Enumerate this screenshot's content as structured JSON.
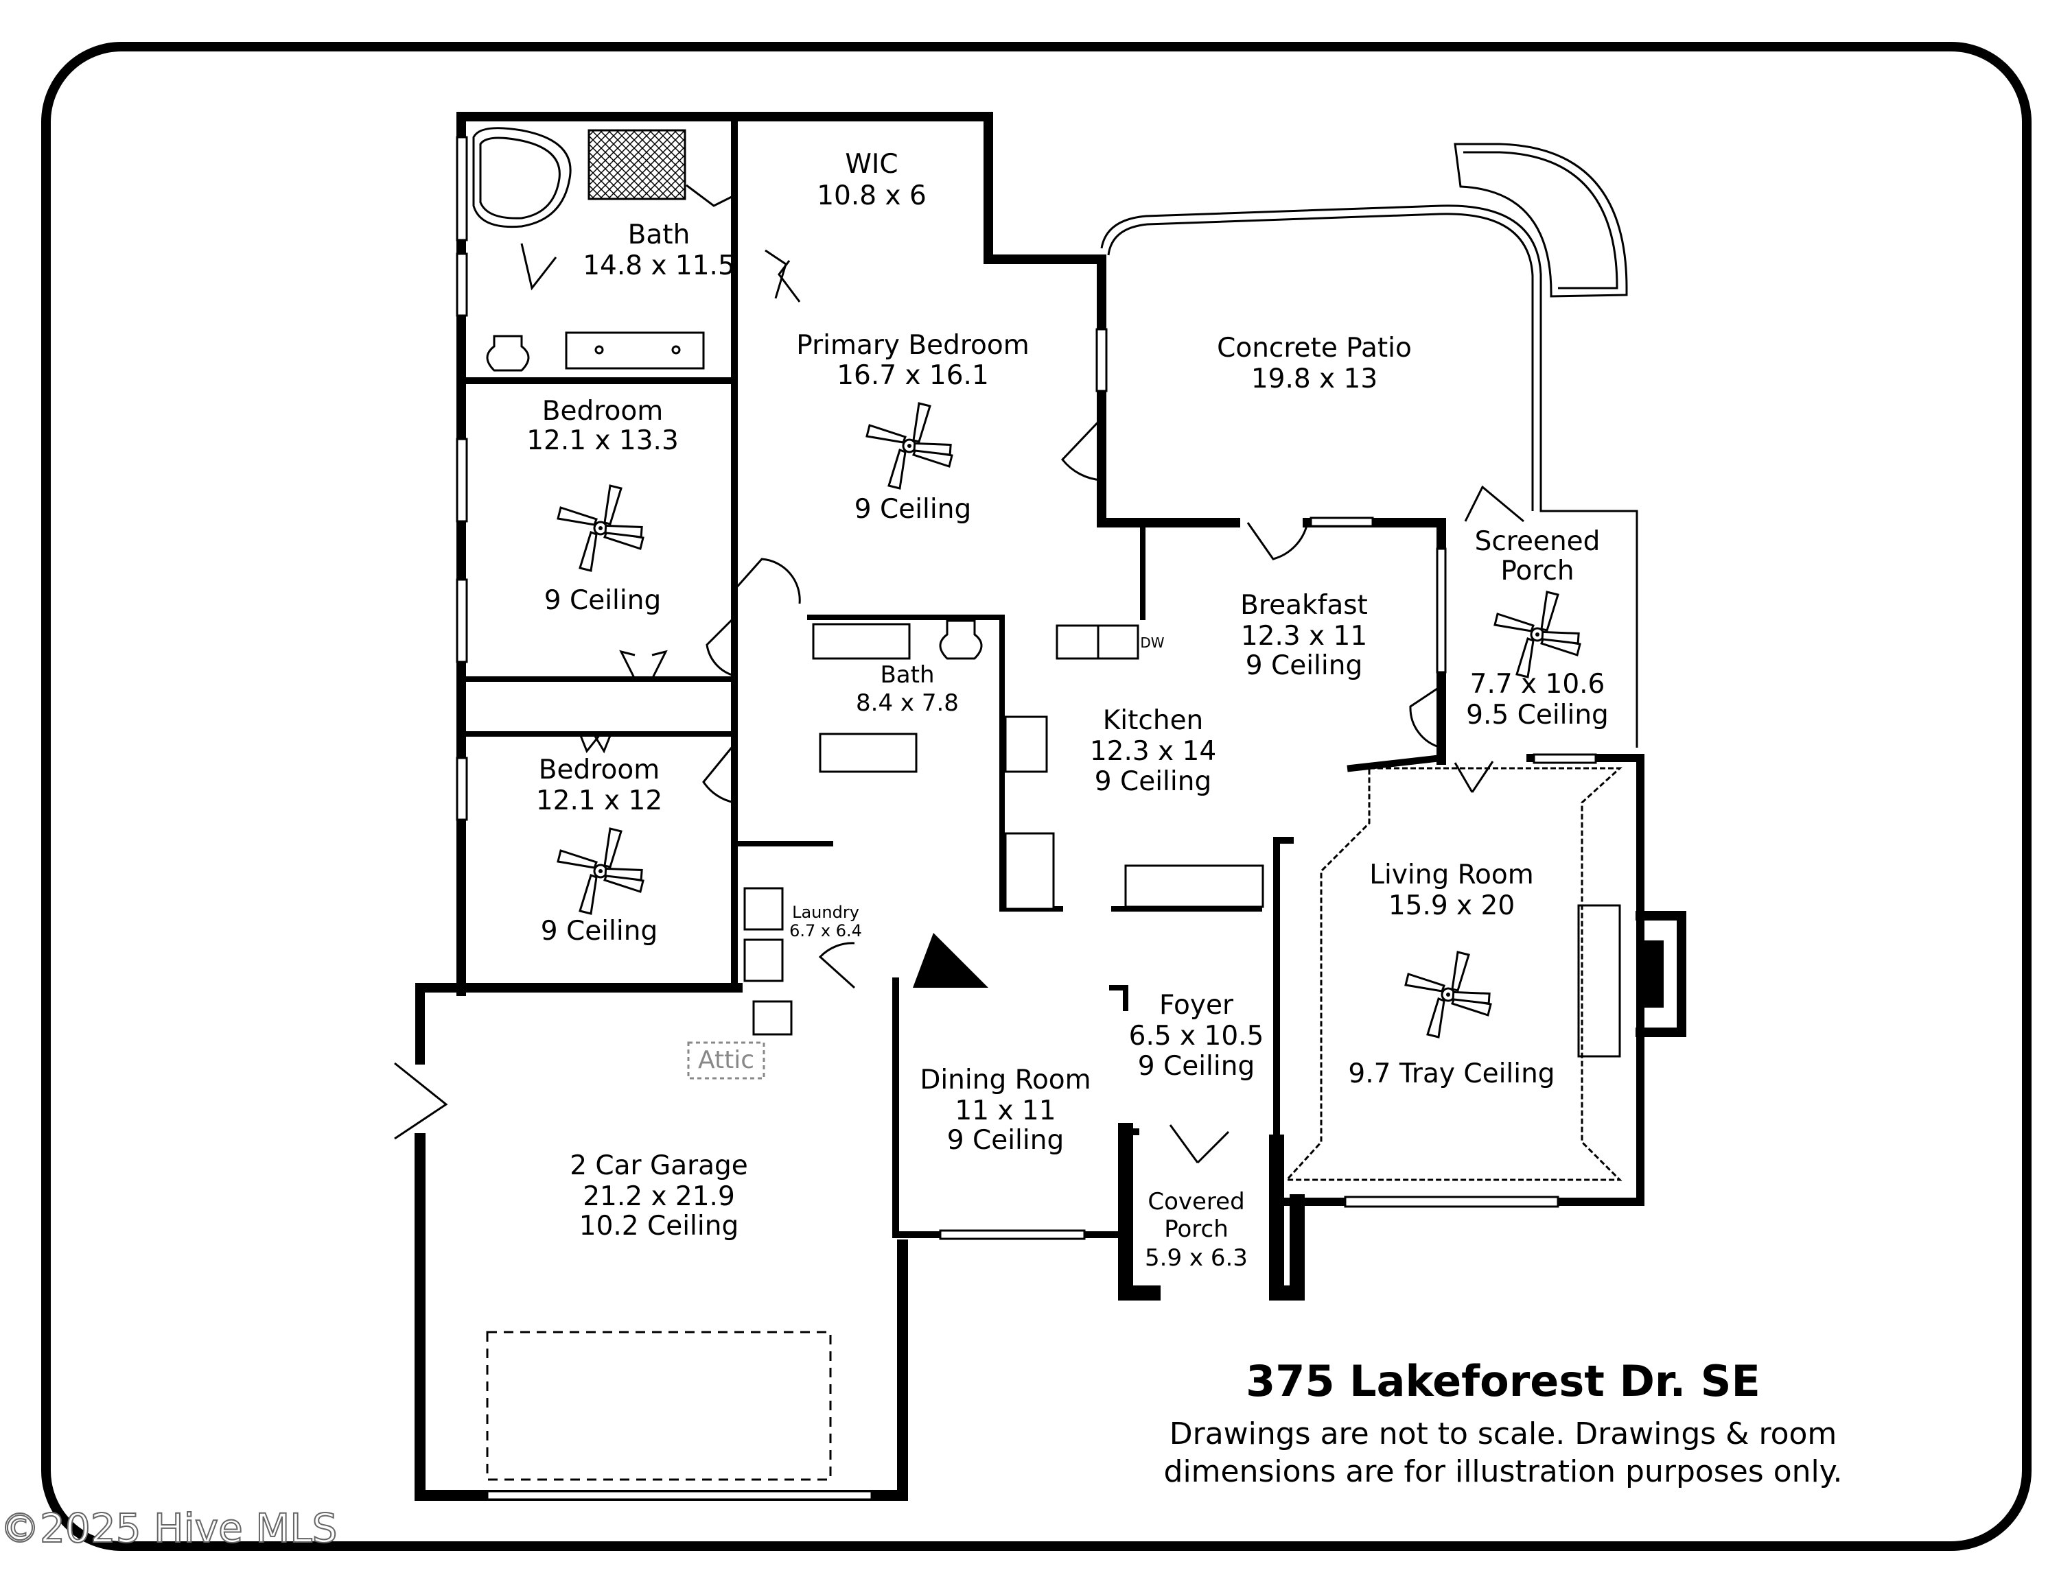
{
  "rooms": [
    {
      "id": "wic",
      "name": "WIC",
      "dims": "10.8 x 6",
      "ceiling": ""
    },
    {
      "id": "primary-bath",
      "name": "Bath",
      "dims": "14.8 x 11.5",
      "ceiling": ""
    },
    {
      "id": "primary-bedroom",
      "name": "Primary Bedroom",
      "dims": "16.7 x 16.1",
      "ceiling": "9 Ceiling"
    },
    {
      "id": "concrete-patio",
      "name": "Concrete Patio",
      "dims": "19.8 x 13",
      "ceiling": ""
    },
    {
      "id": "bedroom-2",
      "name": "Bedroom",
      "dims": "12.1 x 13.3",
      "ceiling": "9 Ceiling"
    },
    {
      "id": "screened-porch",
      "name": "Screened Porch",
      "dims": "7.7 x 10.6",
      "ceiling": "9.5 Ceiling"
    },
    {
      "id": "breakfast",
      "name": "Breakfast",
      "dims": "12.3 x 11",
      "ceiling": "9 Ceiling"
    },
    {
      "id": "hall-bath",
      "name": "Bath",
      "dims": "8.4 x 7.8",
      "ceiling": ""
    },
    {
      "id": "kitchen",
      "name": "Kitchen",
      "dims": "12.3 x 14",
      "ceiling": "9 Ceiling"
    },
    {
      "id": "bedroom-3",
      "name": "Bedroom",
      "dims": "12.1 x 12",
      "ceiling": "9 Ceiling"
    },
    {
      "id": "living-room",
      "name": "Living Room",
      "dims": "15.9 x 20",
      "ceiling": "9.7 Tray Ceiling"
    },
    {
      "id": "laundry",
      "name": "Laundry",
      "dims": "6.7 x 6.4",
      "ceiling": ""
    },
    {
      "id": "foyer",
      "name": "Foyer",
      "dims": "6.5 x 10.5",
      "ceiling": "9 Ceiling"
    },
    {
      "id": "dining-room",
      "name": "Dining Room",
      "dims": "11 x 11",
      "ceiling": "9 Ceiling"
    },
    {
      "id": "garage",
      "name": "2 Car Garage",
      "dims": "21.2 x 21.9",
      "ceiling": "10.2 Ceiling"
    },
    {
      "id": "covered-porch",
      "name": "Covered Porch",
      "dims": "5.9 x 6.3",
      "ceiling": ""
    }
  ],
  "labels": {
    "attic": "Attic",
    "dishwasher": "DW",
    "screened_porch_line1": "Screened",
    "screened_porch_line2": "Porch",
    "covered_porch_line1": "Covered",
    "covered_porch_line2": "Porch"
  },
  "footer": {
    "address": "375 Lakeforest Dr. SE",
    "disclaimer_line1": "Drawings are not to scale. Drawings & room",
    "disclaimer_line2": "dimensions are for illustration purposes only."
  },
  "watermark": "©2025 Hive MLS"
}
